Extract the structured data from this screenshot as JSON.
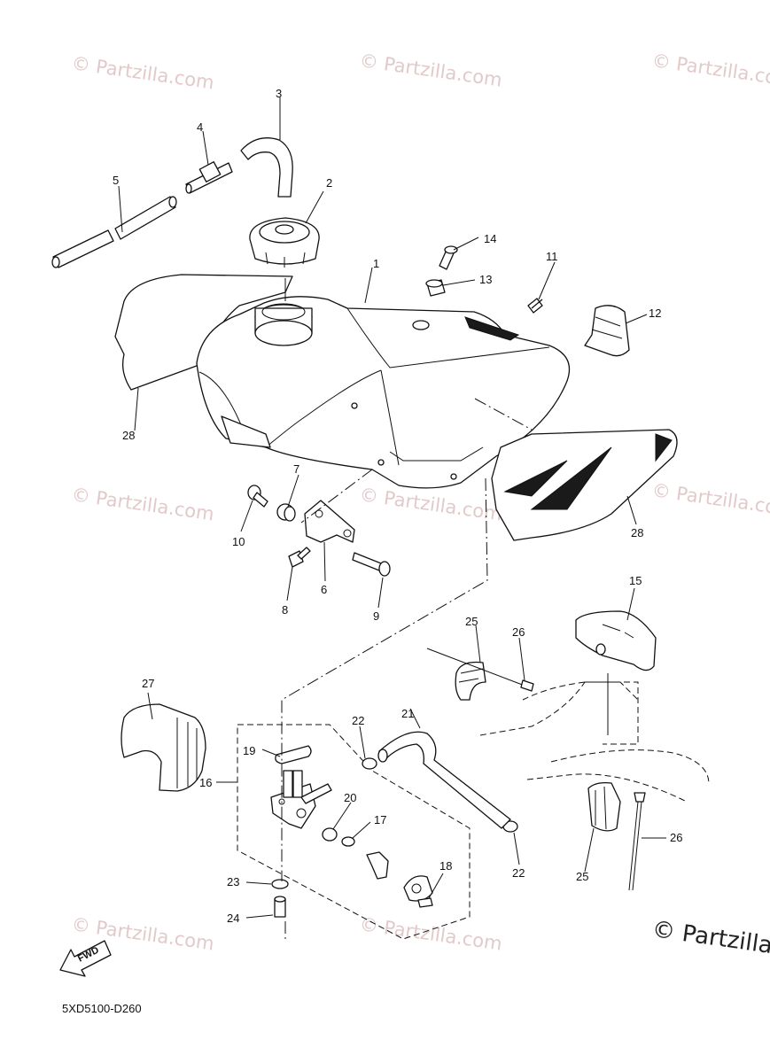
{
  "watermark": {
    "text": "© Partzilla.com",
    "corner_text": "© Partzilla.c"
  },
  "diagram_code": "5XD5100-D260",
  "fwd_label": "FWD",
  "callouts": {
    "c1": "1",
    "c2": "2",
    "c3": "3",
    "c4": "4",
    "c5": "5",
    "c6": "6",
    "c7": "7",
    "c8": "8",
    "c9": "9",
    "c10": "10",
    "c11": "11",
    "c12": "12",
    "c13": "13",
    "c14": "14",
    "c15": "15",
    "c16": "16",
    "c17": "17",
    "c18": "18",
    "c19": "19",
    "c20": "20",
    "c21": "21",
    "c22a": "22",
    "c22b": "22",
    "c23": "23",
    "c24": "24",
    "c25a": "25",
    "c25b": "25",
    "c26a": "26",
    "c26b": "26",
    "c27": "27",
    "c28a": "28",
    "c28b": "28"
  }
}
